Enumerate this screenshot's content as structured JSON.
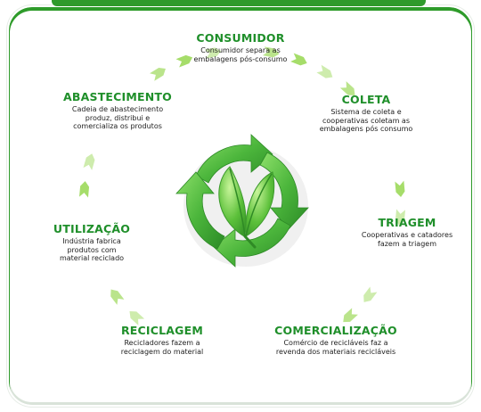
{
  "colors": {
    "title": "#1f8f2a",
    "ring": "#a6dd6a",
    "arrow_dark": "#3a9d2f",
    "arrow_light": "#7fd05a",
    "leaf": "#62c23c"
  },
  "icons": {
    "center": "recycle-leaf-icon"
  },
  "stages": [
    {
      "id": "consumidor",
      "title": "CONSUMIDOR",
      "desc": [
        "Consumidor separa as",
        "embalagens pós-consumo"
      ]
    },
    {
      "id": "coleta",
      "title": "COLETA",
      "desc": [
        "Sistema de coleta e",
        "cooperativas coletam as",
        "embalagens pós consumo"
      ]
    },
    {
      "id": "triagem",
      "title": "TRIAGEM",
      "desc": [
        "Cooperativas e catadores",
        "fazem a triagem"
      ]
    },
    {
      "id": "comercializacao",
      "title": "COMERCIALIZAÇÃO",
      "desc": [
        "Comércio de recicláveis faz a",
        "revenda dos materiais recicláveis"
      ]
    },
    {
      "id": "reciclagem",
      "title": "RECICLAGEM",
      "desc": [
        "Recicladores fazem a",
        "reciclagem do material"
      ]
    },
    {
      "id": "utilizacao",
      "title": "UTILIZAÇÃO",
      "desc": [
        "Indústria fabrica",
        "produtos com",
        "material reciclado"
      ]
    },
    {
      "id": "abastecimento",
      "title": "ABASTECIMENTO",
      "desc": [
        "Cadeia de abastecimento",
        "produz, distribui e",
        "comercializa os produtos"
      ]
    }
  ]
}
